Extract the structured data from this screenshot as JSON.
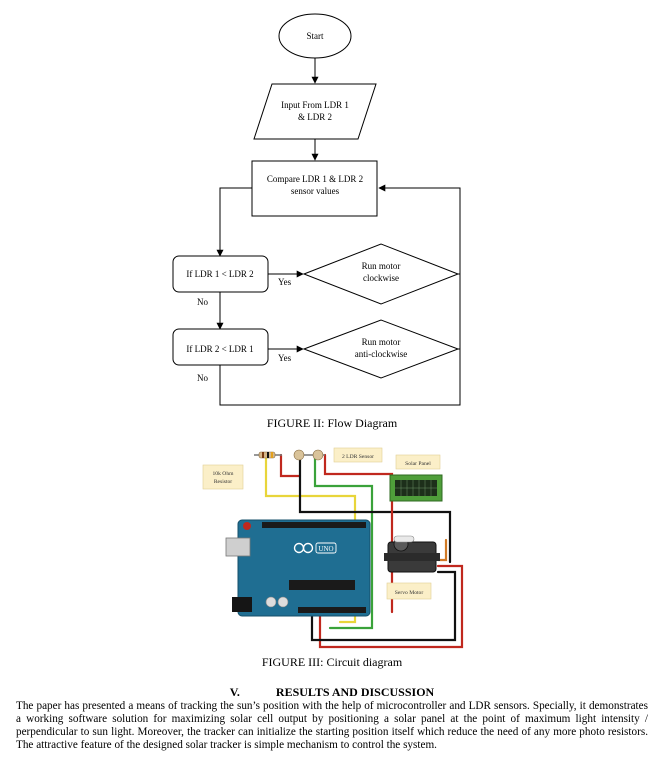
{
  "flowchart": {
    "start": "Start",
    "input_line1": "Input From LDR 1",
    "input_line2": "& LDR 2",
    "compare_line1": "Compare LDR 1 & LDR 2",
    "compare_line2": "sensor values",
    "decision1": "If LDR 1 < LDR 2",
    "decision2": "If LDR 2 < LDR 1",
    "action1_line1": "Run motor",
    "action1_line2": "clockwise",
    "action2_line1": "Run motor",
    "action2_line2": "anti-clockwise",
    "yes1": "Yes",
    "yes2": "Yes",
    "no1": "No",
    "no2": "No"
  },
  "figure2_caption": "FIGURE II: Flow Diagram",
  "circuit": {
    "resistor_label_line1": "10k Ohm",
    "resistor_label_line2": "Resistor",
    "ldr_label": "2 LDR Sensor",
    "solar_label": "Solar Panel",
    "servo_label": "Servo Motor",
    "board_logo": "UNO",
    "colors": {
      "board": "#1f6e92",
      "wire_red": "#c0281e",
      "wire_yellow": "#e8d53a",
      "wire_green": "#3aa23a",
      "wire_black": "#111111",
      "note_bg": "#fbefc8",
      "panel_green": "#4f9e3a"
    }
  },
  "figure3_caption": "FIGURE III: Circuit diagram",
  "section": {
    "number": "V.",
    "title": "RESULTS AND DISCUSSION"
  },
  "paragraph": "The paper has presented a means of tracking the sun’s position with the help of microcontroller and LDR sensors. Specially, it demonstrates a working software solution for maximizing solar cell output by positioning a solar panel at the point of maximum light intensity / perpendicular to sun light. Moreover, the tracker can initialize the starting position itself which reduce the need of any more photo resistors. The attractive feature of the designed solar tracker is simple mechanism to control the system."
}
